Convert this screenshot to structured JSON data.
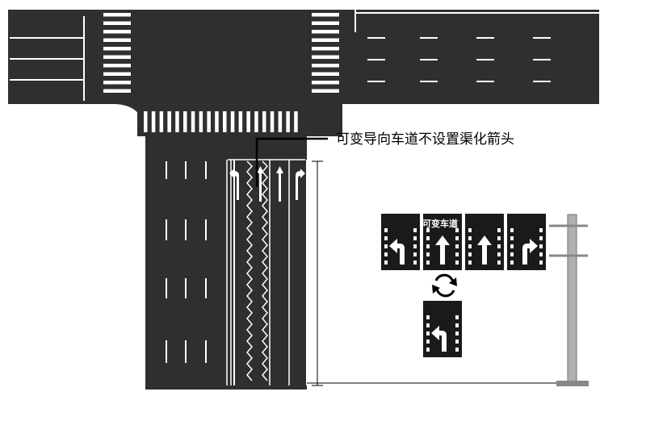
{
  "annotation": {
    "callout_text": "可变导向车道不设置渠化箭头"
  },
  "sign_panel": {
    "variable_lane_label": "可变车道",
    "signs": [
      {
        "id": "left-turn",
        "icon": "left-turn-arrow-icon"
      },
      {
        "id": "straight-variable",
        "icon": "straight-arrow-icon"
      },
      {
        "id": "straight",
        "icon": "straight-arrow-icon"
      },
      {
        "id": "right-turn",
        "icon": "right-turn-arrow-icon"
      }
    ],
    "switch_icon": "cycle-arrows-icon",
    "alternate_sign": {
      "icon": "left-turn-arrow-icon"
    }
  },
  "colors": {
    "road": "#2f2f2f",
    "marking": "#ffffff",
    "sign_bg": "#1a1a1a",
    "pole": "#9a9a9a",
    "callout_line": "#000000"
  }
}
